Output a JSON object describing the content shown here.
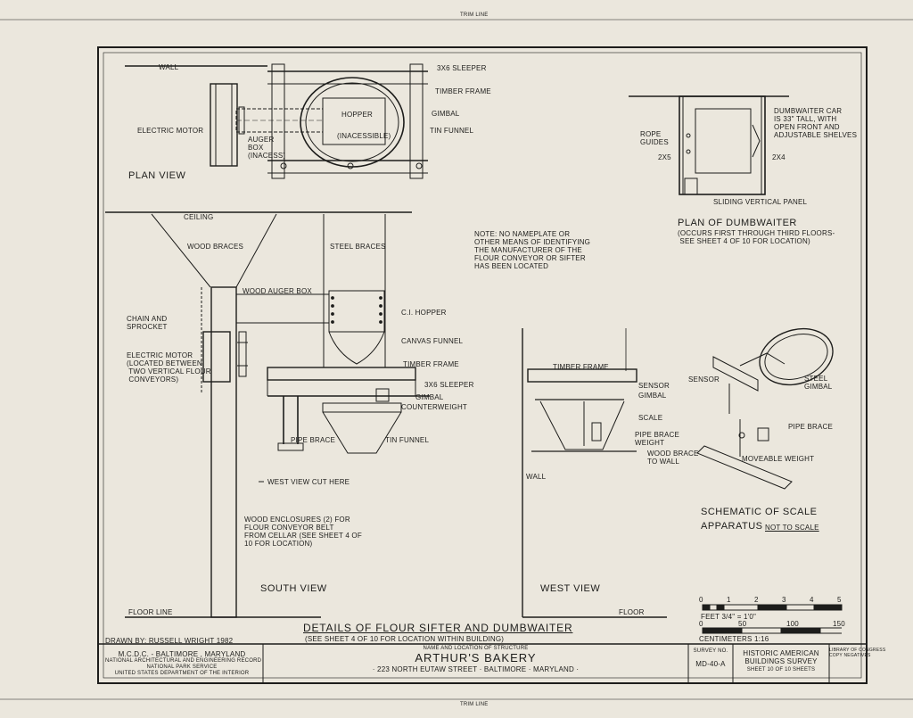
{
  "trim_line_top": "TRIM LINE",
  "trim_line_bottom": "TRIM LINE",
  "plan_view": {
    "title": "PLAN VIEW",
    "wall": "WALL",
    "sleeper": "3x6 SLEEPER",
    "timber_frame": "TIMBER FRAME",
    "hopper": "HOPPER",
    "inaccessible": "(INACESSIBLE)",
    "gimbal": "GIMBAL",
    "tin_funnel": "TIN FUNNEL",
    "electric_motor": "ELECTRIC MOTOR",
    "auger_box": "AUGER\nBOX\n(INACESS)"
  },
  "dumbwaiter": {
    "title": "PLAN OF DUMBWAITER",
    "note": "(OCCURS FIRST THROUGH THIRD FLOORS-\n SEE SHEET 4 OF 10 FOR LOCATION)",
    "car_note": "DUMBWAITER CAR\nIS 33\" TALL, WITH\nOPEN FRONT AND\nADJUSTABLE SHELVES",
    "rope_guides": "ROPE\nGUIDES",
    "left_2x5": "2x5",
    "right_2x4": "2x4",
    "panel": "SLIDING VERTICAL PANEL"
  },
  "south_view": {
    "title": "SOUTH VIEW",
    "ceiling": "CEILING",
    "wood_braces": "WOOD BRACES",
    "steel_braces": "STEEL BRACES",
    "wood_auger_box": "WOOD AUGER BOX",
    "ci_hopper": "C.I. HOPPER",
    "canvas_funnel": "CANVAS FUNNEL",
    "timber_frame": "TIMBER FRAME",
    "sleeper": "3x6 SLEEPER",
    "gimbal": "GIMBAL",
    "counterweight": "COUNTERWEIGHT",
    "pipe_brace": "PIPE BRACE",
    "tin_funnel": "TIN FUNNEL",
    "chain_sprocket": "CHAIN AND\nSPROCKET",
    "electric_motor": "ELECTRIC MOTOR\n(LOCATED BETWEEN\n TWO VERTICAL FLOUR\n CONVEYORS)",
    "west_view_cut": "WEST VIEW CUT HERE",
    "wood_enclosures": "WOOD ENCLOSURES (2) FOR\nFLOUR CONVEYOR BELT\nFROM CELLAR (SEE SHEET 4 OF\n10 FOR LOCATION)",
    "floor_line": "FLOOR LINE"
  },
  "note": "NOTE: NO NAMEPLATE OR\nOTHER MEANS OF IDENTIFYING\nTHE MANUFACTURER OF THE\nFLOUR CONVEYOR OR SIFTER\nHAS BEEN LOCATED",
  "west_view": {
    "title": "WEST VIEW",
    "timber_frame": "TIMBER FRAME",
    "sensor": "SENSOR",
    "gimbal": "GIMBAL",
    "scale": "SCALE",
    "pipe_brace": "PIPE BRACE",
    "weight": "WEIGHT",
    "wood_brace": "WOOD BRACE\nTO WALL",
    "wall": "WALL",
    "floor": "FLOOR"
  },
  "schematic": {
    "sensor": "SENSOR",
    "steel_gimbal": "STEEL\nGIMBAL",
    "pipe_brace": "PIPE BRACE",
    "moveable_weight": "MOVEABLE WEIGHT",
    "title_line1": "SCHEMATIC OF SCALE",
    "title_line2": "APPARATUS",
    "not_to_scale": "NOT TO SCALE"
  },
  "scale_bar": {
    "feet_ticks": [
      "0",
      "1",
      "2",
      "3",
      "4",
      "5"
    ],
    "feet_label": "FEET  3/4\" = 1'0\"",
    "cm_ticks": [
      "0",
      "50",
      "100",
      "150"
    ],
    "cm_label": "CENTIMETERS",
    "ratio": "1:16"
  },
  "drawing_title": "DETAILS OF FLOUR SIFTER AND DUMBWAITER",
  "drawing_subtitle": "(SEE SHEET 4 OF 10 FOR LOCATION WITHIN BUILDING)",
  "drawn_by": "DRAWN BY: RUSSELL WRIGHT   1982",
  "title_block": {
    "agency1": "M.C.D.C. - BALTIMORE , MARYLAND",
    "agency2": "NATIONAL ARCHITECTURAL AND ENGINEERING RECORD",
    "agency3": "NATIONAL PARK SERVICE",
    "agency4": "UNITED STATES DEPARTMENT OF THE INTERIOR",
    "structure_caption": "NAME AND LOCATION OF STRUCTURE",
    "structure_name": "ARTHUR'S BAKERY",
    "structure_address": "· 223 NORTH EUTAW STREET · BALTIMORE · MARYLAND ·",
    "survey_caption": "SURVEY NO.",
    "survey_no": "MD-40-A",
    "habs1": "HISTORIC AMERICAN",
    "habs2": "BUILDINGS SURVEY",
    "sheet": "SHEET 10 OF 10 SHEETS",
    "library": "LIBRARY OF CONGRESS\nCOPY NEGATIVES"
  }
}
